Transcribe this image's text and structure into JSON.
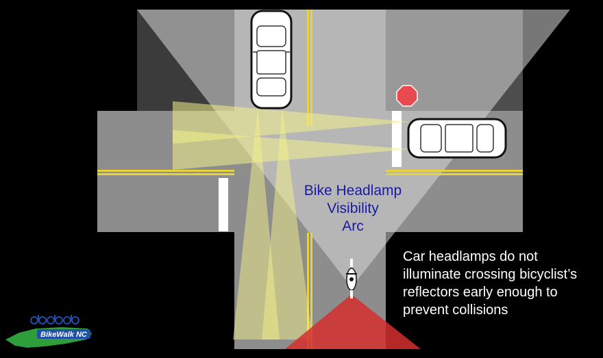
{
  "arc_label": {
    "line1": "Bike Headlamp",
    "line2": "Visibility",
    "line3": "Arc"
  },
  "caption": {
    "line1": "Car headlamps do not",
    "line2": "illuminate crossing bicyclist’s",
    "line3": "reflectors early enough to",
    "line4": "prevent collisions"
  },
  "logo": {
    "text": "BikeWalk NC"
  },
  "colors": {
    "background": "#000000",
    "road": "#8f8f8f",
    "lane_line": "#e8d33a",
    "headlight_beam": "#f3f08a",
    "bike_arc": "#c8c8c8",
    "bike_danger_zone": "#d32f2f",
    "stop_sign": "#e94a4f",
    "arc_label_text": "#1a1aa0",
    "caption_text": "#ffffff",
    "logo_green": "#2e9e3a",
    "logo_blue": "#1f4fa8"
  },
  "icons": {
    "stop": "stop-sign-icon",
    "car_north": "car-icon",
    "car_east": "car-icon",
    "bicycle": "bicycle-icon",
    "logo": "bikewalk-nc-logo"
  }
}
